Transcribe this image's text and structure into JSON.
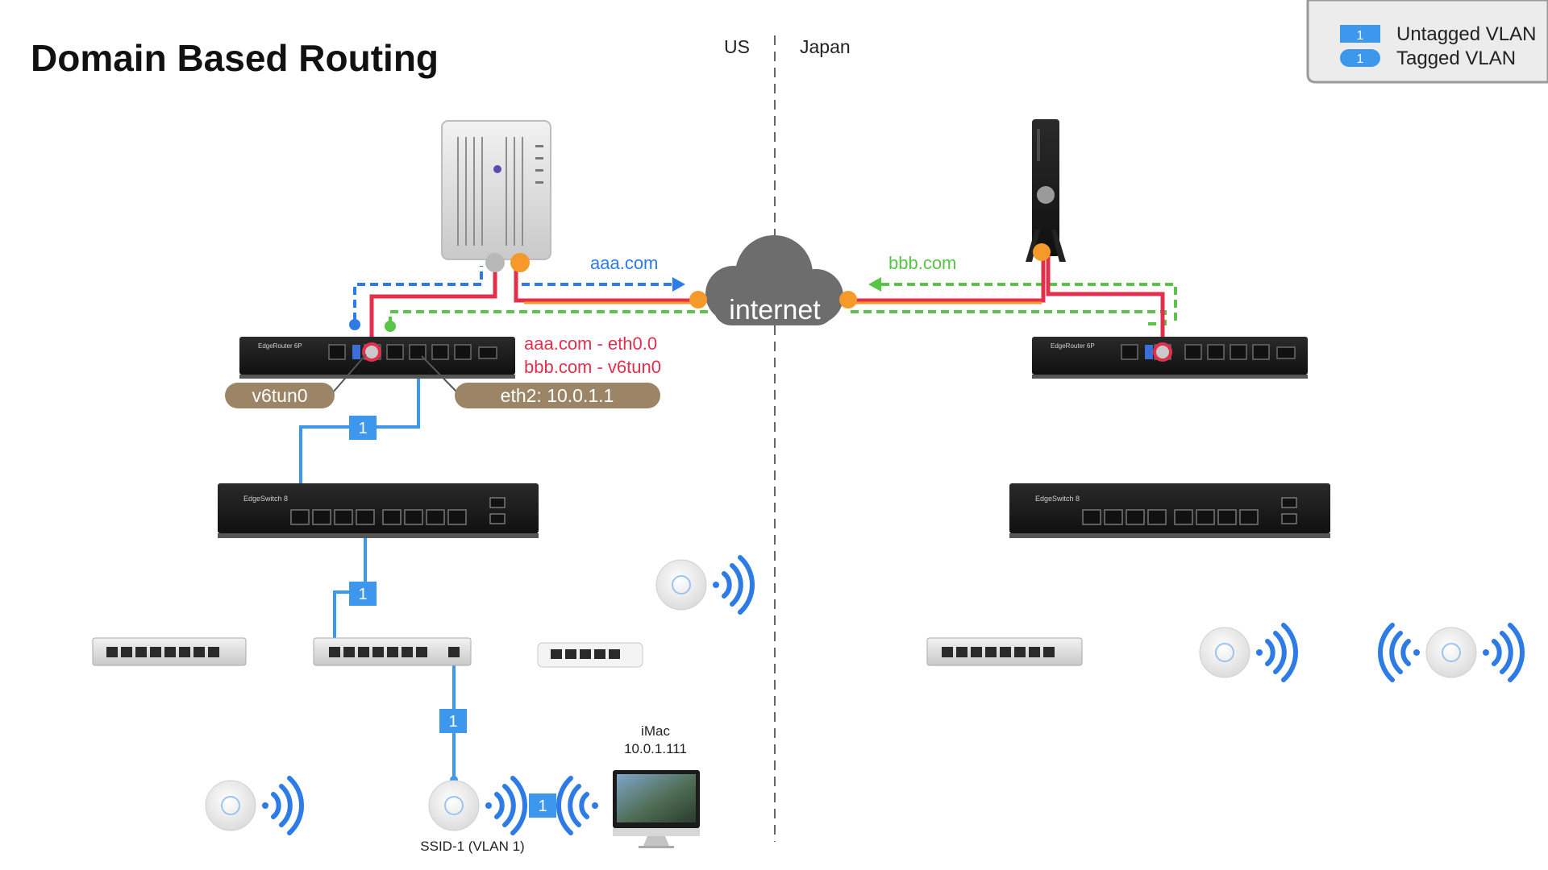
{
  "title": "Domain Based Routing",
  "regions": {
    "left": "US",
    "right": "Japan"
  },
  "legend": {
    "untagged": {
      "badge": "1",
      "label": "Untagged VLAN"
    },
    "tagged": {
      "badge": "1",
      "label": "Tagged VLAN"
    }
  },
  "cloud_label": "internet",
  "flows": {
    "us_domain": "aaa.com",
    "jp_domain": "bbb.com"
  },
  "routing_rules": [
    "aaa.com - eth0.0",
    "bbb.com - v6tun0"
  ],
  "port_labels": {
    "tunnel": "v6tun0",
    "lan": "eth2: 10.0.1.1"
  },
  "vlan_badges": [
    "1",
    "1",
    "1",
    "1"
  ],
  "devices": {
    "us_router_brand": "EdgeRouter 6P",
    "jp_router_brand": "EdgeRouter 6P",
    "us_switch_brand": "EdgeSwitch 8",
    "jp_switch_brand": "EdgeSwitch 8"
  },
  "imac": {
    "name": "iMac",
    "ip": "10.0.1.111"
  },
  "ssid_label": "SSID-1 (VLAN 1)",
  "colors": {
    "red": "#e2304c",
    "blue": "#2f7be6",
    "green": "#59c447",
    "orange": "#f59a2a",
    "brown": "#9b8566",
    "lightblue": "#3d97ec",
    "cloud": "#6d6d6d"
  }
}
